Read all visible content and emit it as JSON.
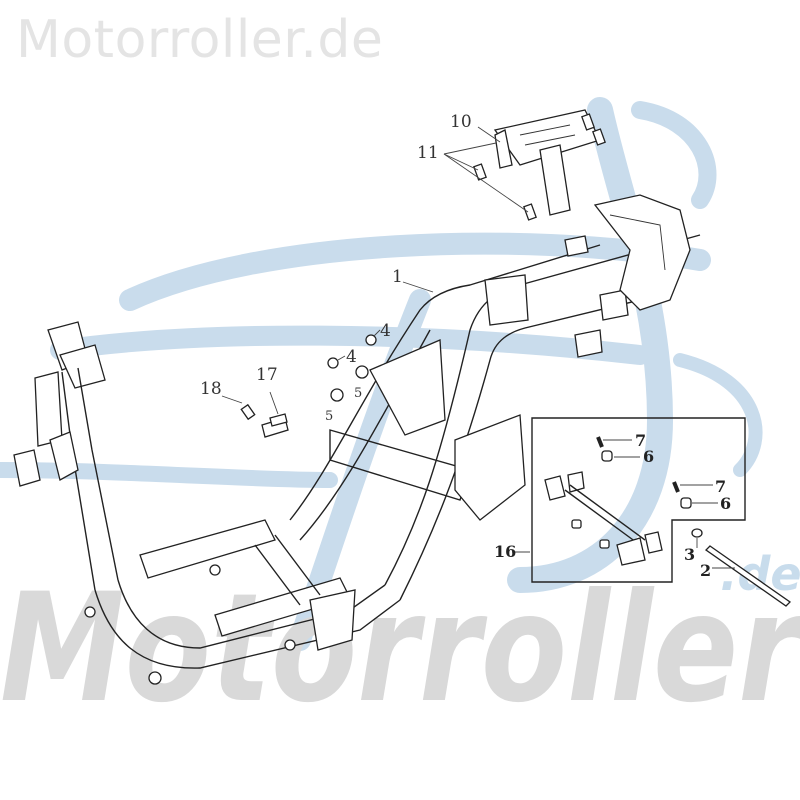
{
  "header": {
    "brand_title": "Motorroller.de"
  },
  "watermark": {
    "text": "Motorroller",
    "suffix": ".de",
    "logo_color": "#c5d9ea",
    "text_color": "#d9d9d9"
  },
  "diagram": {
    "subject": "scooter frame exploded parts diagram",
    "callouts": [
      {
        "id": "1",
        "label": "1"
      },
      {
        "id": "2",
        "label": "2"
      },
      {
        "id": "3",
        "label": "3"
      },
      {
        "id": "4a",
        "label": "4"
      },
      {
        "id": "4b",
        "label": "4"
      },
      {
        "id": "5a",
        "label": "5"
      },
      {
        "id": "5b",
        "label": "5"
      },
      {
        "id": "6a",
        "label": "6"
      },
      {
        "id": "6b",
        "label": "6"
      },
      {
        "id": "7a",
        "label": "7"
      },
      {
        "id": "7b",
        "label": "7"
      },
      {
        "id": "10",
        "label": "10"
      },
      {
        "id": "11",
        "label": "11"
      },
      {
        "id": "16",
        "label": "16"
      },
      {
        "id": "17",
        "label": "17"
      },
      {
        "id": "18",
        "label": "18"
      }
    ]
  }
}
